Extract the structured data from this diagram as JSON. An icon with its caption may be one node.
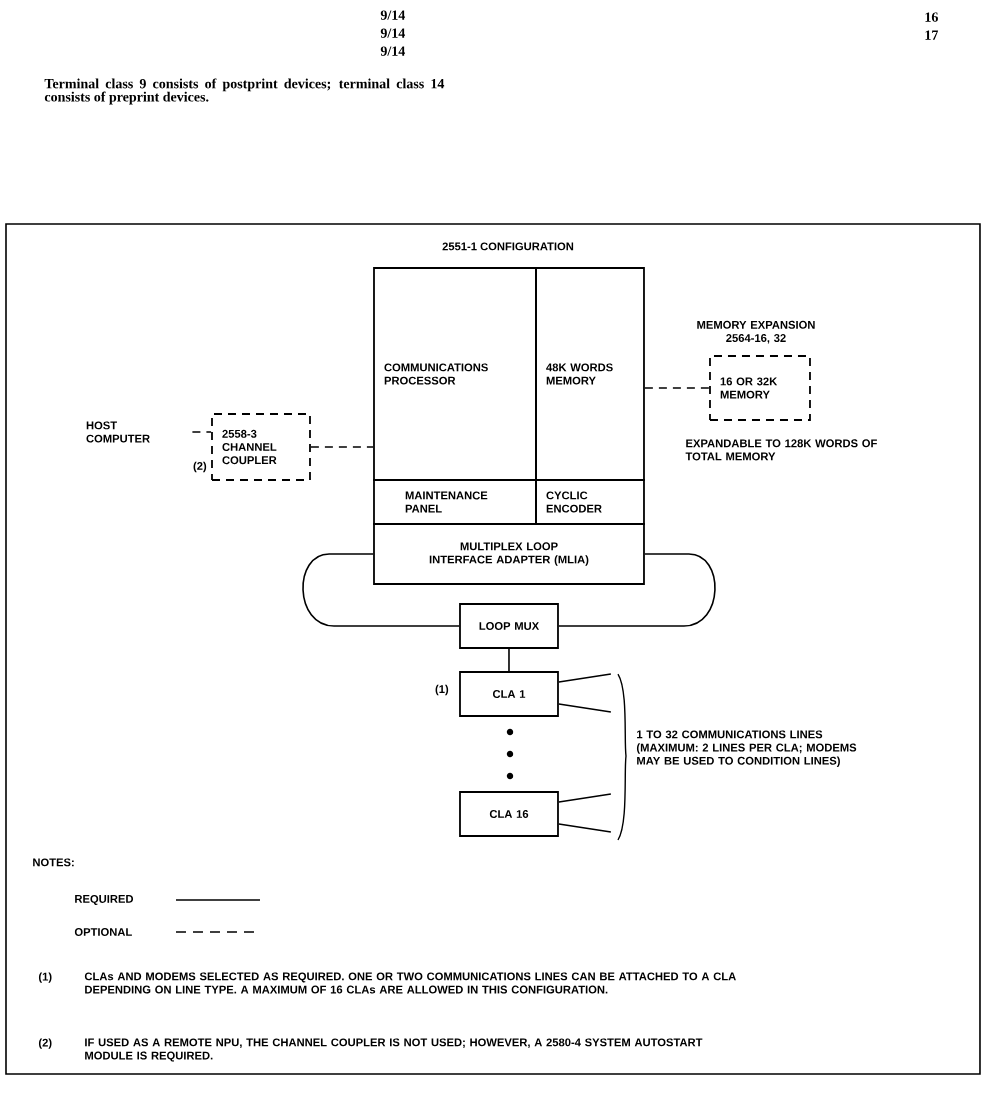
{
  "diagram": {
    "title": "2551-1 CONFIGURATION",
    "nodes": [
      {
        "text": [
          "HOST COMPUTER"
        ]
      },
      {
        "text": [
          "2558-3 CHANNEL COUPLER"
        ],
        "beside": [
          "(2)"
        ]
      },
      {
        "text": [
          "COMMUNICATIONS PROCESSOR"
        ]
      },
      {
        "text": [
          "48K WORDS MEMORY"
        ]
      },
      {
        "text": [
          "MAINTENANCE PANEL"
        ]
      },
      {
        "text": [
          "CYCLIC ENCODER"
        ]
      },
      {
        "text": [
          "MULTIPLEX LOOP INTERFACE ADAPTER (MLIA)"
        ]
      },
      {
        "text": [
          "MEMORY EXPANSION 2564-16, 32",
          "16 OR 32K MEMORY"
        ],
        "beside": [
          "EXPANDABLE TO 128K WORDS OF TOTAL MEMORY"
        ]
      },
      {
        "text": [
          "LOOP MUX"
        ]
      },
      {
        "text": [
          "CLA 1"
        ],
        "beside": [
          "(1)"
        ]
      },
      {
        "text": [
          "CLA 16"
        ]
      }
    ],
    "edges": [
      {
        "from": 0,
        "to": 1,
        "arrow": "none",
        "style": "dashed"
      },
      {
        "from": 1,
        "to": 2,
        "arrow": "none",
        "style": "dashed"
      },
      {
        "from": 3,
        "to": 7,
        "arrow": "none",
        "style": "dashed"
      },
      {
        "from": 6,
        "to": 8,
        "arrow": "none"
      },
      {
        "from": 6,
        "to": 8,
        "arrow": "none"
      },
      {
        "from": 8,
        "to": 9,
        "arrow": "none"
      }
    ],
    "labels": [
      "9/14",
      "16",
      "9/14",
      "17",
      "9/14",
      "Terminal class 9 consists of postprint devices; terminal class 14 consists of preprint devices.",
      "1 TO 32 COMMUNICATIONS LINES (MAXIMUM: 2 LINES PER CLA; MODEMS MAY BE USED TO CONDITION LINES)",
      "NOTES:",
      "(1)",
      "CLAs AND MODEMS SELECTED AS REQUIRED. ONE OR TWO COMMUNICATIONS LINES CAN BE ATTACHED TO A CLA DEPENDING ON LINE TYPE. A MAXIMUM OF 16 CLAs ARE ALLOWED IN THIS CONFIGURATION.",
      "(2)",
      "IF USED AS A REMOTE NPU, THE CHANNEL COUPLER IS NOT USED; HOWEVER, A 2580-4 SYSTEM AUTOSTART MODULE IS REQUIRED."
    ],
    "legend": [
      {
        "text": "REQUIRED"
      },
      {
        "text": "OPTIONAL"
      }
    ]
  }
}
